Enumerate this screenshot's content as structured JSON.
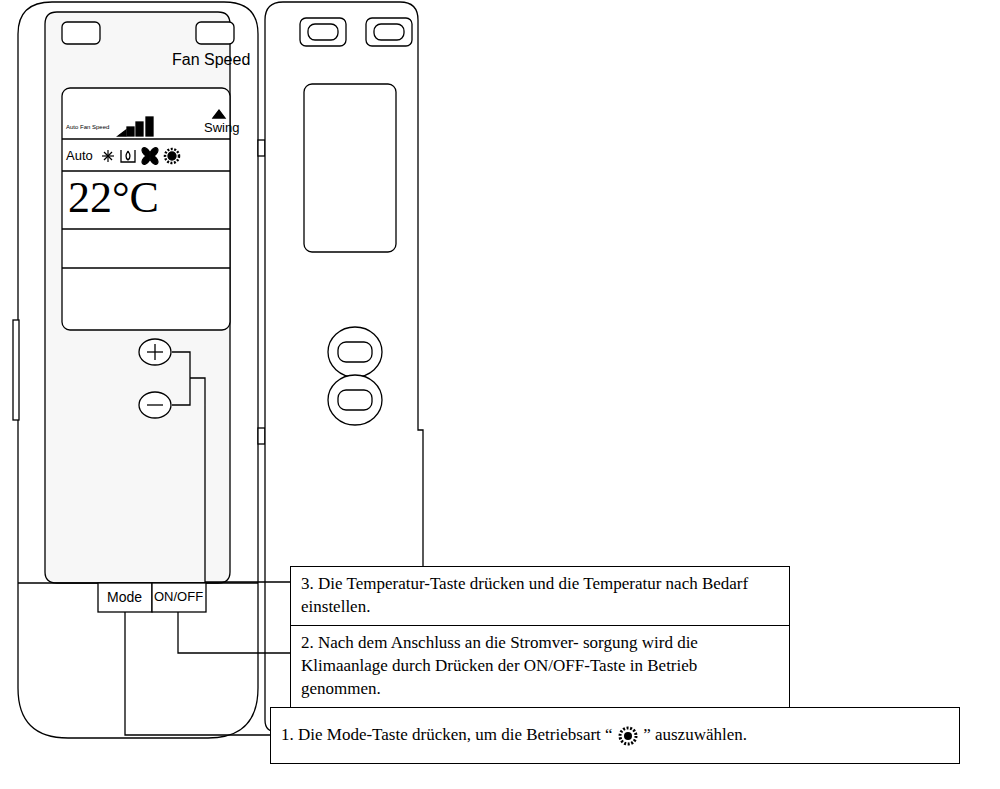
{
  "diagram": {
    "nodes": [
      {
        "text": [
          "3. Die Temperatur-Taste drücken und die Temperatur nach Bedarf einstellen."
        ]
      },
      {
        "text": [
          "2. Nach dem Anschluss an die Stromver- sorgung wird die Klimaanlage durch Drücken der ON/OFF-Taste in Betrieb genommen."
        ]
      },
      {
        "text": [
          "1. Die Mode-Taste drücken, um die Betriebsart “",
          "” auszuwählen."
        ]
      }
    ],
    "labels": [
      "Fan Speed",
      "Auto Fan Speed",
      "Swing",
      "Auto",
      "22°C",
      "Mode",
      "ON/OFF"
    ]
  }
}
